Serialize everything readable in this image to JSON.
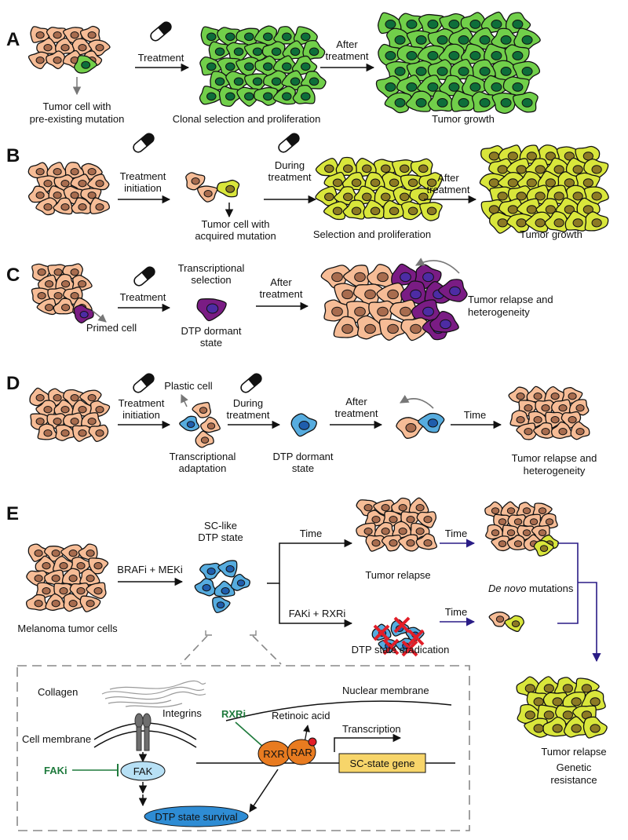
{
  "colors": {
    "normal_fill": "#f6bc96",
    "normal_nucleus": "#a86c4e",
    "clone_A_fill": "#71cf4a",
    "clone_A_nucleus": "#0e6e3a",
    "clone_B_fill": "#d9e63b",
    "clone_B_nucleus": "#8c7a24",
    "primed_fill": "#7a1c84",
    "primed_nucleus": "#4d2ca4",
    "plastic_fill": "#56acdf",
    "plastic_nucleus": "#1f5dac",
    "erad_cross": "#e21e28",
    "arrow_purple": "#2a1c86",
    "inhibitor_green": "#1e7a3c",
    "rxr_orange": "#e87b20",
    "gene_box": "#f7d56a",
    "fak_fill": "#b7e0f5",
    "survival_fill": "#2e8cd4"
  },
  "panels": {
    "A": {
      "letter": "A",
      "cell_label": [
        "Tumor cell with",
        "pre-existing mutation"
      ],
      "arrow1": [
        "Treatment"
      ],
      "step2": "Clonal selection and proliferation",
      "arrow2": [
        "After",
        "treatment"
      ],
      "step3": "Tumor growth"
    },
    "B": {
      "letter": "B",
      "arrow1": [
        "Treatment",
        "initiation"
      ],
      "cell_label": [
        "Tumor cell with",
        "acquired mutation"
      ],
      "arrow2": [
        "During",
        "treatment"
      ],
      "step3": "Selection and proliferation",
      "arrow3": [
        "After",
        "treatment"
      ],
      "step4": "Tumor growth"
    },
    "C": {
      "letter": "C",
      "arrow1": [
        "Treatment"
      ],
      "top": [
        "Transcriptional",
        "selection"
      ],
      "bottom": [
        "DTP dormant",
        "state"
      ],
      "arrow2": [
        "After",
        "treatment"
      ],
      "primed": "Primed cell",
      "result": [
        "Tumor relapse and",
        "heterogeneity"
      ]
    },
    "D": {
      "letter": "D",
      "arrow1": [
        "Treatment",
        "initiation"
      ],
      "plastic": "Plastic cell",
      "adaptation": [
        "Transcriptional",
        "adaptation"
      ],
      "arrow2": [
        "During",
        "treatment"
      ],
      "dtp": [
        "DTP dormant",
        "state"
      ],
      "arrow3": [
        "After",
        "treatment"
      ],
      "arrow4": [
        "Time"
      ],
      "result": [
        "Tumor relapse and",
        "heterogeneity"
      ]
    },
    "E": {
      "letter": "E",
      "melanoma": "Melanoma tumor cells",
      "drug": "BRAFi + MEKi",
      "sc_like": [
        "SC-like",
        "DTP state"
      ],
      "time_upper": "Time",
      "relapse": "Tumor relapse",
      "time_right1": "Time",
      "de_novo": [
        "De novo",
        " mutations"
      ],
      "fak_rxr": "FAKi + RXRi",
      "eradication": "DTP state eradication",
      "time_right2": "Time",
      "final": [
        "Tumor relapse",
        "Genetic",
        "resistance"
      ],
      "inset": {
        "collagen": "Collagen",
        "integrins": "Integrins",
        "cell_membrane": "Cell membrane",
        "faki": "FAKi",
        "fak": "FAK",
        "survival": "DTP state survival",
        "nuclear_membrane": "Nuclear membrane",
        "rxri": "RXRi",
        "retinoic": "Retinoic acid",
        "transcription": "Transcription",
        "rxr": "RXR",
        "rar": "RAR",
        "gene": "SC-state gene"
      }
    }
  }
}
